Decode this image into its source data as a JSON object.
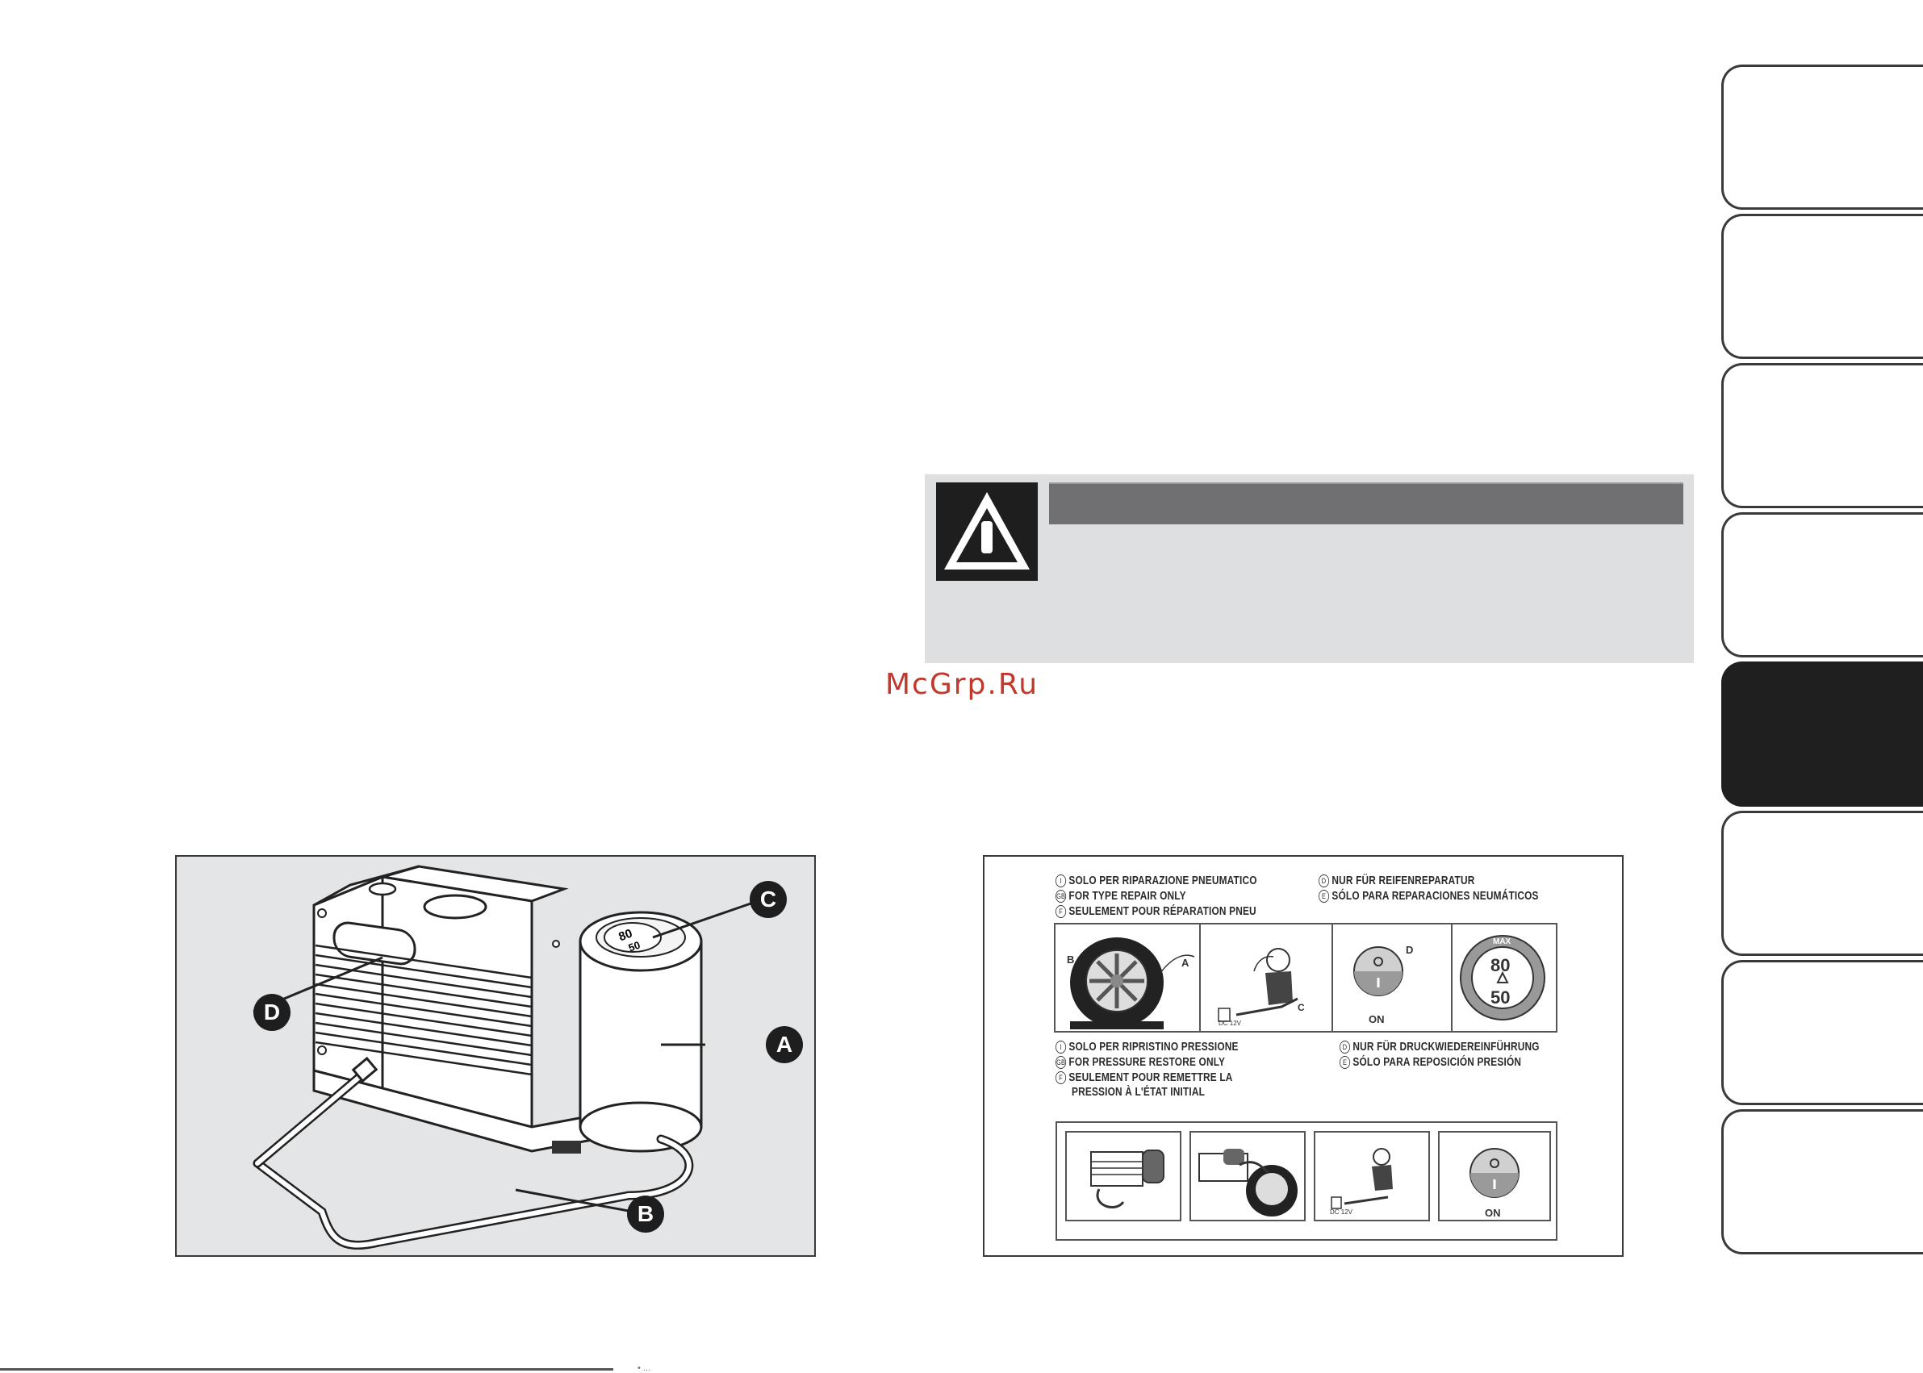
{
  "watermark": "McGrp.Ru",
  "warning_box": {
    "icon": "warning-triangle-icon"
  },
  "tabs": [
    {
      "active": false
    },
    {
      "active": false
    },
    {
      "active": false
    },
    {
      "active": false
    },
    {
      "active": true
    },
    {
      "active": false
    },
    {
      "active": false
    },
    {
      "active": false
    }
  ],
  "figure_left": {
    "callouts": {
      "a": "A",
      "b": "B",
      "c": "C",
      "d": "D"
    },
    "gauge": {
      "top": "80",
      "bottom": "50"
    }
  },
  "figure_right": {
    "header_1": {
      "it": "SOLO PER RIPARAZIONE PNEUMATICO",
      "gb": "FOR TYPE REPAIR ONLY",
      "fr": "SEULEMENT POUR RÉPARATION PNEU",
      "de": "NUR FÜR REIFENREPARATUR",
      "es": "SÓLO PARA REPARACIONES NEUMÁTICOS"
    },
    "header_2": {
      "it": "SOLO PER RIPRISTINO PRESSIONE",
      "gb": "FOR PRESSURE RESTORE ONLY",
      "fr_line1": "SEULEMENT POUR REMETTRE LA",
      "fr_line2": "PRESSION À L'ÉTAT INITIAL",
      "de": "NUR FÜR DRUCKWIEDEREINFÜHRUNG",
      "es": "SÓLO PARA REPOSICIÓN PRESIÓN"
    },
    "badges": {
      "it": "I",
      "gb": "GB",
      "fr": "F",
      "de": "D",
      "es": "E"
    },
    "row1": {
      "tyre_label_b": "B",
      "tyre_label_a": "A",
      "plug_label_c": "C",
      "plug_dc": "DC 12V",
      "switch_label_d": "D",
      "switch_on": "ON",
      "gauge_max": "MAX",
      "gauge_top": "80",
      "gauge_bottom": "50"
    },
    "row2": {
      "plug_dc": "DC 12V",
      "switch_on": "ON"
    }
  },
  "footer_fragment": "• ..."
}
